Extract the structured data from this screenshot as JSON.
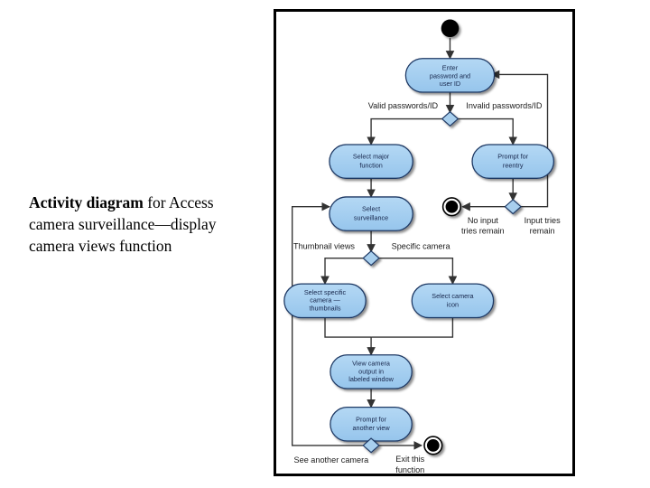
{
  "caption": {
    "bold_lead": "Activity diagram",
    "rest": " for Access camera surveillance—display camera views function"
  },
  "diagram": {
    "title": "Activity diagram for Access camera surveillance—display camera views function",
    "type": "uml-activity-diagram",
    "colors": {
      "node_fill": "#a3cdf0",
      "node_stroke": "#1f3864",
      "decision_fill": "#a8cfee",
      "decision_stroke": "#1f3864",
      "edge": "#333333",
      "frame": "#000000",
      "text": "#16254a",
      "guard_text": "#1a1a1a"
    },
    "nodes": [
      {
        "id": "start",
        "kind": "initial-node",
        "label": ""
      },
      {
        "id": "enter",
        "kind": "action",
        "label": "Enter\npassword and\nuser ID"
      },
      {
        "id": "d1",
        "kind": "decision",
        "label": ""
      },
      {
        "id": "selectmajor",
        "kind": "action",
        "label": "Select major\nfunction"
      },
      {
        "id": "prompt",
        "kind": "action",
        "label": "Prompt for\nreentry"
      },
      {
        "id": "surveil",
        "kind": "action",
        "label": "Select\nsurveillance"
      },
      {
        "id": "d2",
        "kind": "decision",
        "label": ""
      },
      {
        "id": "end1",
        "kind": "final-node",
        "label": ""
      },
      {
        "id": "d3",
        "kind": "decision",
        "label": ""
      },
      {
        "id": "thumbs",
        "kind": "action",
        "label": "Select specific\ncamera —\nthumbnails"
      },
      {
        "id": "icon",
        "kind": "action",
        "label": "Select camera\nicon"
      },
      {
        "id": "view",
        "kind": "action",
        "label": "View camera\noutput in\nlabeled window"
      },
      {
        "id": "another",
        "kind": "action",
        "label": "Prompt for\nanother view"
      },
      {
        "id": "d4",
        "kind": "decision",
        "label": ""
      },
      {
        "id": "end2",
        "kind": "final-node",
        "label": ""
      }
    ],
    "node_text": {
      "enter_l1": "Enter",
      "enter_l2": "password and",
      "enter_l3": "user ID",
      "selectmajor_l1": "Select major",
      "selectmajor_l2": "function",
      "prompt_l1": "Prompt for",
      "prompt_l2": "reentry",
      "surveil_l1": "Select",
      "surveil_l2": "surveillance",
      "thumbs_l1": "Select specific",
      "thumbs_l2": "camera —",
      "thumbs_l3": "thumbnails",
      "icon_l1": "Select camera",
      "icon_l2": "icon",
      "view_l1": "View camera",
      "view_l2": "output in",
      "view_l3": "labeled window",
      "another_l1": "Prompt for",
      "another_l2": "another view"
    },
    "guards": {
      "valid": "Valid passwords/ID",
      "invalid": "Invalid passwords/ID",
      "no_tries_l1": "No input",
      "no_tries_l2": "tries remain",
      "tries_l1": "Input tries",
      "tries_l2": "remain",
      "thumbnail_views": "Thumbnail views",
      "specific_camera": "Specific camera",
      "see_another": "See another camera",
      "exit_l1": "Exit this",
      "exit_l2": "function"
    }
  }
}
